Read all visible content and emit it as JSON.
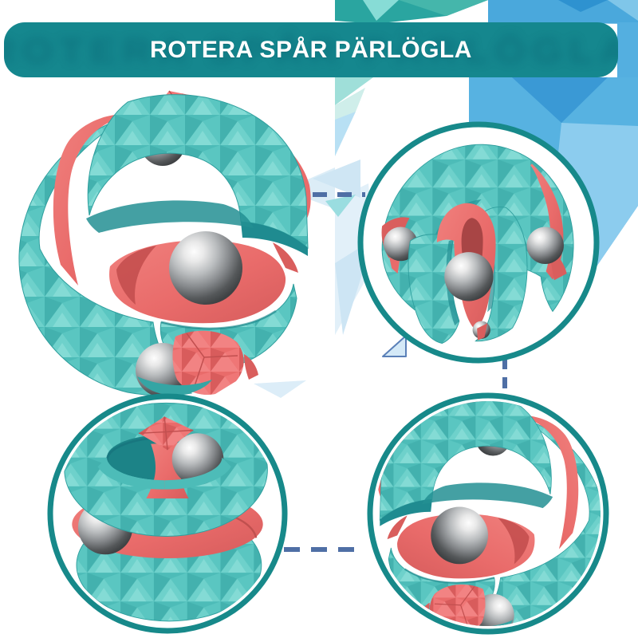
{
  "banner": {
    "title": "ROTERA SPÅR PÄRLÖGLA"
  },
  "colors": {
    "banner_bg": "#15878e",
    "banner_text": "#ffffff",
    "circle_border": "#17898a",
    "dash": "#4f6fa5",
    "teal": "#4dbcb8",
    "teal_light": "#8adfd8",
    "teal_dark": "#2f9fa0",
    "teal_interior": "#1f8b90",
    "coral": "#e96b6a",
    "coral_dark": "#d95e5d",
    "silver_light": "#f4f4f4",
    "silver_dark": "#3f4244",
    "mosaic_blue": "#57b2e1",
    "mosaic_blue_dark": "#3a99d5",
    "mosaic_blue_light": "#8cccee",
    "mosaic_teal": "#2aa5a0"
  },
  "product": {
    "views": [
      {
        "id": "main",
        "name": "orbit-ball-main-view"
      },
      {
        "id": "top-right",
        "name": "orbit-ball-open-bottom-view"
      },
      {
        "id": "bottom-left",
        "name": "orbit-ball-top-view"
      },
      {
        "id": "bottom-right",
        "name": "orbit-ball-mirrored-view"
      }
    ]
  }
}
